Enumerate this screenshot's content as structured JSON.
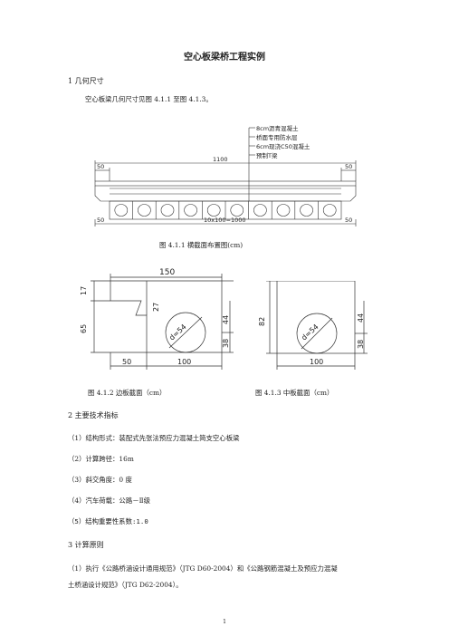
{
  "title": "空心板梁桥工程实例",
  "sections": {
    "s1_heading": "1 几何尺寸",
    "s1_text": "空心板梁几何尺寸见图 4.1.1 至图 4.1.3。",
    "s2_heading": "2 主要技术指标",
    "s3_heading": "3  计算原则"
  },
  "figure1": {
    "caption": "图 4.1.1  横截面布置图(cm)",
    "callouts": [
      "8cm沥青混凝土",
      "桥面专用防水层",
      "6cm现浇C50混凝土",
      "预制T梁"
    ],
    "dims": {
      "total": "1100",
      "left_top": "50",
      "right_top": "50",
      "left_bottom": "50",
      "right_bottom": "50",
      "middle": "10x100=1000"
    }
  },
  "figure2": {
    "caption": "图 4.1.2  边板截面（cm）",
    "dims": {
      "top": "150",
      "d17": "17",
      "d65": "65",
      "d27": "27",
      "circle": "d=54",
      "d44": "44",
      "d38": "38",
      "b50": "50",
      "b100": "100"
    }
  },
  "figure3": {
    "caption": "图 4.1.3  中板截面（cm）",
    "dims": {
      "d82": "82",
      "circle": "d=54",
      "d44": "44",
      "d38": "38",
      "b100": "100"
    }
  },
  "indicators": [
    "（1）结构形式：装配式先张法预应力混凝土简支空心板梁",
    "（2）计算跨径：16m",
    "（3）斜交角度：0 度",
    "（4）汽车荷载：公路－Ⅱ级",
    "（5）结构重要性系数:1.0"
  ],
  "principle_line1": "（1）执行《公路桥涵设计通用规范》（JTG D60-2004）和《公路钢筋混凝土及预应力混凝",
  "principle_line2": "土桥涵设计规范》（JTG D62-2004）。",
  "page_number": "1"
}
